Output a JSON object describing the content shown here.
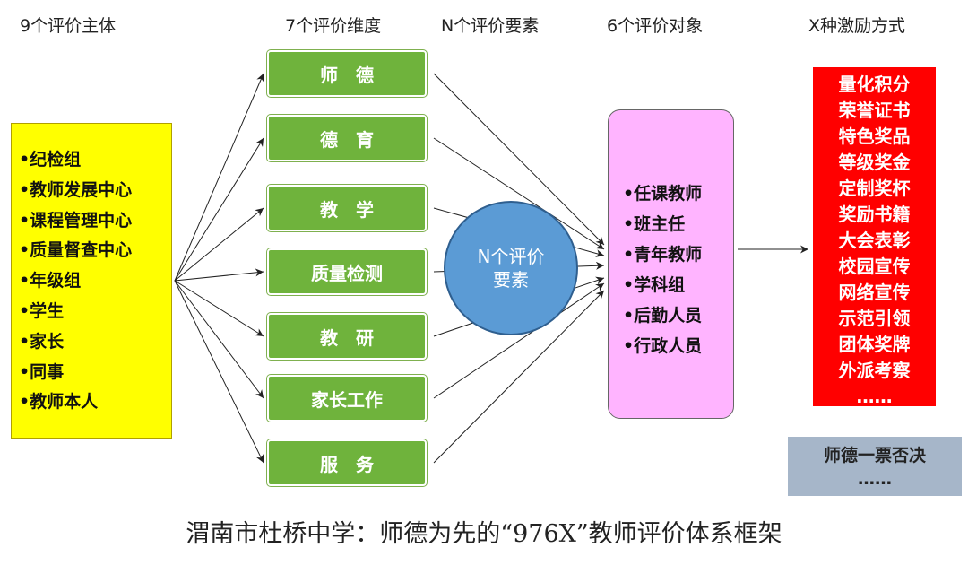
{
  "headers": {
    "subjects": "9个评价主体",
    "dimensions": "7个评价维度",
    "elements": "N个评价要素",
    "objects": "6个评价对象",
    "incentives": "X种激励方式"
  },
  "subjects": [
    "•纪检组",
    "•教师发展中心",
    "•课程管理中心",
    "•质量督查中心",
    "•年级组",
    "•学生",
    "•家长",
    "•同事",
    "•教师本人"
  ],
  "dimensions": [
    "师　德",
    "德　育",
    "教　学",
    "质量检测",
    "教　研",
    "家长工作",
    "服　务"
  ],
  "element_circle": "N个评价要素",
  "objects": [
    "•任课教师",
    "•班主任",
    "•青年教师",
    "•学科组",
    "•后勤人员",
    "•行政人员"
  ],
  "incentives": [
    "量化积分",
    "荣誉证书",
    "特色奖品",
    "等级奖金",
    "定制奖杯",
    "奖励书籍",
    "大会表彰",
    "校园宣传",
    "网络宣传",
    "示范引领",
    "团体奖牌",
    "外派考察",
    "……"
  ],
  "veto": {
    "line1": "师德一票否决",
    "line2": "……"
  },
  "caption": "渭南市杜桥中学：师德为先的“976X”教师评价体系框架",
  "colors": {
    "subjects_bg": "#ffff00",
    "dimension_bg": "#6fb33c",
    "element_circle_bg": "#5b9bd5",
    "objects_bg": "#ffb4ff",
    "incentives_bg": "#ff0000",
    "veto_bg": "#a6b6c9"
  }
}
